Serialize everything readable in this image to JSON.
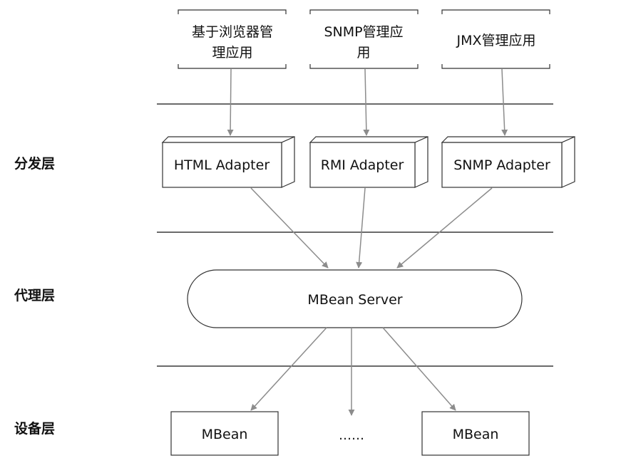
{
  "layers": {
    "distribution": "分发层",
    "agent": "代理层",
    "device": "设备层"
  },
  "apps": {
    "browser_line1": "基于浏览器管",
    "browser_line2": "理应用",
    "snmp_line1": "SNMP管理应",
    "snmp_line2": "用",
    "jmx": "JMX管理应用"
  },
  "adapters": {
    "html": "HTML Adapter",
    "rmi": "RMI Adapter",
    "snmp": "SNMP Adapter"
  },
  "server": "MBean Server",
  "mbeans": {
    "left": "MBean",
    "ellipsis": "……",
    "right": "MBean"
  },
  "colors": {
    "arrow": "#8c8c8c",
    "line": "#111111"
  }
}
